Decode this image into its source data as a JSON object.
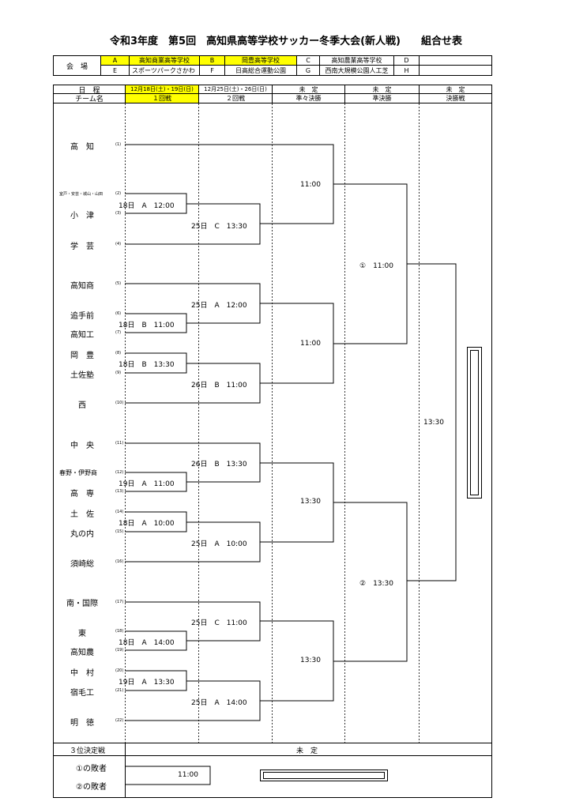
{
  "title": "令和3年度　第5回　高知県高等学校サッカー冬季大会(新人戦)　　組合せ表",
  "venue_label": "会　場",
  "venues": [
    {
      "code": "A",
      "name": "高知商業高等学校"
    },
    {
      "code": "B",
      "name": "岡豊高等学校"
    },
    {
      "code": "C",
      "name": "高知農業高等学校"
    },
    {
      "code": "D",
      "name": ""
    },
    {
      "code": "E",
      "name": "スポーツパークさかわ"
    },
    {
      "code": "F",
      "name": "日高総合運動公園"
    },
    {
      "code": "G",
      "name": "西南大規模公園人工芝"
    },
    {
      "code": "H",
      "name": ""
    }
  ],
  "schedule_label": "日　程",
  "schedule": [
    "12月18日(土)・19日(日)",
    "12月25日(土)・26日(日)",
    "未　定",
    "未　定",
    "未　定"
  ],
  "team_header": "チーム名",
  "rounds": [
    "１回戦",
    "２回戦",
    "準々決勝",
    "準決勝",
    "決勝戦"
  ],
  "teams": [
    {
      "name": "高　知",
      "seed": "(1)"
    },
    {
      "name": "室戸・安芸・城山・山田",
      "seed": "(2)"
    },
    {
      "name": "小　津",
      "seed": "(3)"
    },
    {
      "name": "学　芸",
      "seed": "(4)"
    },
    {
      "name": "高知商",
      "seed": "(5)"
    },
    {
      "name": "追手前",
      "seed": "(6)"
    },
    {
      "name": "高知工",
      "seed": "(7)"
    },
    {
      "name": "岡　豊",
      "seed": "(8)"
    },
    {
      "name": "土佐塾",
      "seed": "(9)"
    },
    {
      "name": "西",
      "seed": "(10)"
    },
    {
      "name": "中　央",
      "seed": "(11)"
    },
    {
      "name": "春野・伊野商",
      "seed": "(12)"
    },
    {
      "name": "高　専",
      "seed": "(13)"
    },
    {
      "name": "土　佐",
      "seed": "(14)"
    },
    {
      "name": "丸の内",
      "seed": "(15)"
    },
    {
      "name": "須崎総",
      "seed": "(16)"
    },
    {
      "name": "南・国際",
      "seed": "(17)"
    },
    {
      "name": "東",
      "seed": "(18)"
    },
    {
      "name": "高知農",
      "seed": "(19)"
    },
    {
      "name": "中　村",
      "seed": "(20)"
    },
    {
      "name": "宿毛工",
      "seed": "(21)"
    },
    {
      "name": "明　徳",
      "seed": "(22)"
    }
  ],
  "match_labels": {
    "r1_1": "18日　A　12:00",
    "r1_2": "18日　B　11:00",
    "r1_3": "18日　B　13:30",
    "r1_4": "19日　A　11:00",
    "r1_5": "18日　A　10:00",
    "r1_6": "18日　A　14:00",
    "r1_7": "19日　A　13:30",
    "r2_1": "25日　C　13:30",
    "r2_2": "25日　A　12:00",
    "r2_3": "26日　B　11:00",
    "r2_4": "26日　B　13:30",
    "r2_5": "25日　A　10:00",
    "r2_6": "25日　C　11:00",
    "r2_7": "25日　A　14:00",
    "qf_1": "11:00",
    "qf_2": "11:00",
    "qf_3": "13:30",
    "qf_4": "13:30",
    "sf_1": "①　11:00",
    "sf_2": "②　13:30",
    "final": "13:30"
  },
  "third_place": {
    "label": "３位決定戦",
    "schedule": "未　定",
    "loser1": "①の敗者",
    "loser2": "②の敗者",
    "time": "11:00"
  }
}
